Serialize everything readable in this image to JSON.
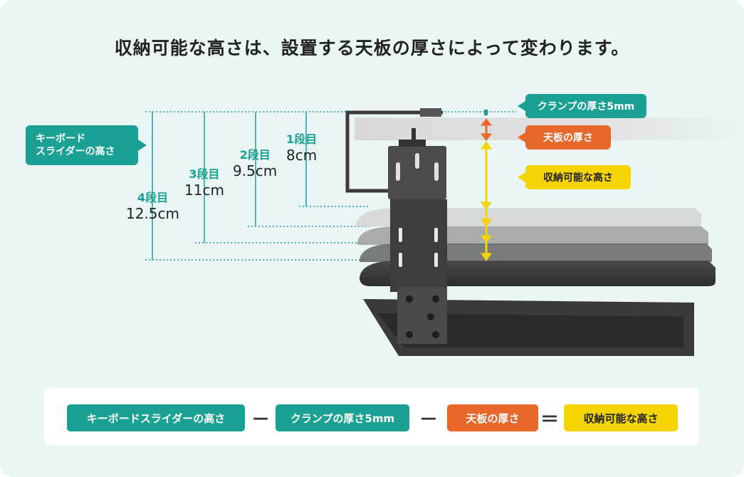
{
  "headline": "収納可能な高さは、設置する天板の厚さによって変わります。",
  "callouts": {
    "keyboard_line1": "キーボード",
    "keyboard_line2": "スライダーの高さ",
    "clamp": "クランプの厚さ5mm",
    "tabletop": "天板の厚さ",
    "storable": "収納可能な高さ"
  },
  "levels": [
    {
      "label": "1段目",
      "value": "8cm"
    },
    {
      "label": "2段目",
      "value": "9.5cm"
    },
    {
      "label": "3段目",
      "value": "11cm"
    },
    {
      "label": "4段目",
      "value": "12.5cm"
    }
  ],
  "formula": {
    "term1": "キーボードスライダーの高さ",
    "op1": "－",
    "term2": "クランプの厚さ5mm",
    "op2": "－",
    "term3": "天板の厚さ",
    "op3": "＝",
    "result": "収納可能な高さ"
  },
  "colors": {
    "teal": "#1ba193",
    "orange": "#e8672a",
    "yellow": "#f4d402",
    "background": "#e9f6f5"
  }
}
